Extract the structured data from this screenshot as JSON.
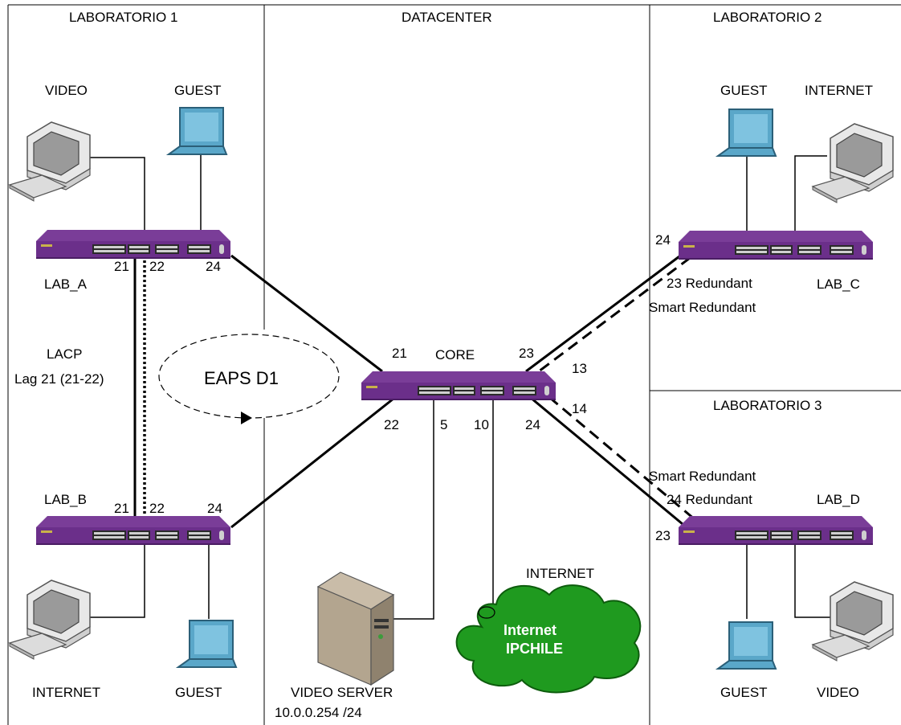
{
  "sections": {
    "lab1": "LABORATORIO 1",
    "datacenter": "DATACENTER",
    "lab2": "LABORATORIO 2",
    "lab3": "LABORATORIO 3"
  },
  "devices": {
    "lab_a": "LAB_A",
    "lab_b": "LAB_B",
    "lab_c": "LAB_C",
    "lab_d": "LAB_D",
    "core": "CORE"
  },
  "hosts": {
    "lab1_video": "VIDEO",
    "lab1_guest": "GUEST",
    "lab1_internet": "INTERNET",
    "lab1_guest2": "GUEST",
    "lab2_guest": "GUEST",
    "lab2_internet": "INTERNET",
    "lab3_guest": "GUEST",
    "lab3_video": "VIDEO",
    "video_server": "VIDEO SERVER",
    "video_server_ip": "10.0.0.254 /24",
    "internet": "INTERNET"
  },
  "cloud": {
    "line1": "Internet",
    "line2": "IPCHILE"
  },
  "ports": {
    "a21": "21",
    "a22": "22",
    "a24": "24",
    "b21": "21",
    "b22": "22",
    "b24": "24",
    "core21": "21",
    "core22": "22",
    "core23": "23",
    "core24": "24",
    "core5": "5",
    "core10": "10",
    "core13": "13",
    "core14": "14",
    "c24": "24",
    "d23": "23"
  },
  "annotations": {
    "lacp": "LACP",
    "lag": "Lag 21 (21-22)",
    "eaps": "EAPS D1",
    "c_redundant": "23 Redundant",
    "c_smart": "Smart Redundant",
    "d_smart": "Smart Redundant",
    "d_redundant": "24 Redundant"
  },
  "colors": {
    "switch": "#6b2f8a",
    "switch_dark": "#4a1d63",
    "cloud": "#1f8c1f",
    "server": "#a89a86"
  }
}
